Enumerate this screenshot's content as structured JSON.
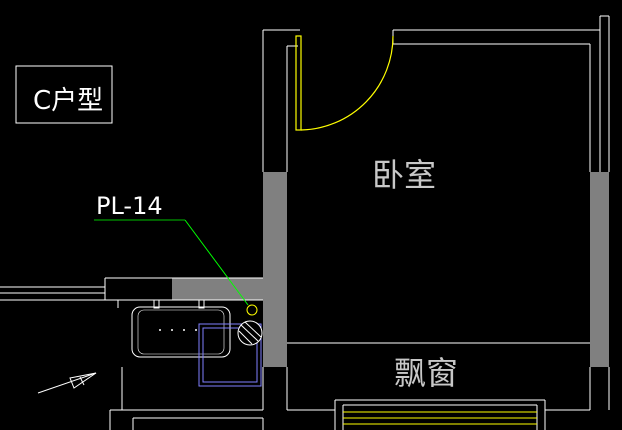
{
  "drawing": {
    "unit_type_label": "C户型",
    "room_label_bedroom": "卧室",
    "room_label_bay_window": "飘窗",
    "pipe_tag": "PL-14"
  },
  "colors": {
    "background": "#000000",
    "wall_line": "#ffffff",
    "wall_fill": "#808080",
    "door": "#ffff00",
    "leader": "#00ff00",
    "leader_secondary": "#00c000",
    "fixture": "#8080ff",
    "text": "#ffffff"
  }
}
